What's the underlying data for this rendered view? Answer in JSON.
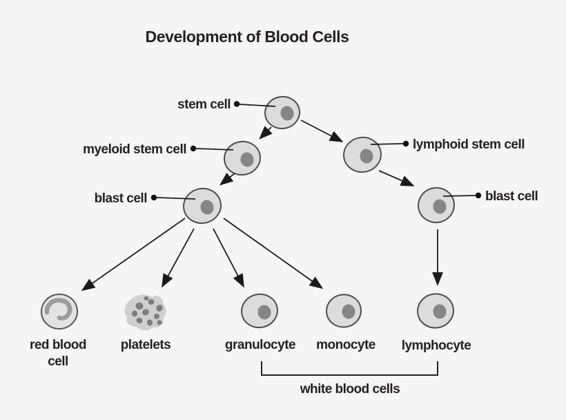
{
  "title": "Development of Blood Cells",
  "colors": {
    "background": "#f5f5f5",
    "cell_fill": "#dcdcdc",
    "cell_outline": "#4c4c4c",
    "nucleus": "#868686",
    "text": "#231f20",
    "line": "#1a1a1a"
  },
  "nodes": {
    "stem_cell": {
      "label": "stem cell"
    },
    "myeloid_stem_cell": {
      "label": "myeloid stem cell"
    },
    "lymphoid_stem_cell": {
      "label": "lymphoid stem cell"
    },
    "blast_cell_left": {
      "label": "blast cell"
    },
    "blast_cell_right": {
      "label": "blast cell"
    },
    "red_blood_cell": {
      "label_lines": [
        "red blood",
        "cell"
      ]
    },
    "platelets": {
      "label": "platelets"
    },
    "granulocyte": {
      "label": "granulocyte"
    },
    "monocyte": {
      "label": "monocyte"
    },
    "lymphocyte": {
      "label": "lymphocyte"
    }
  },
  "group_label": "white blood cells"
}
